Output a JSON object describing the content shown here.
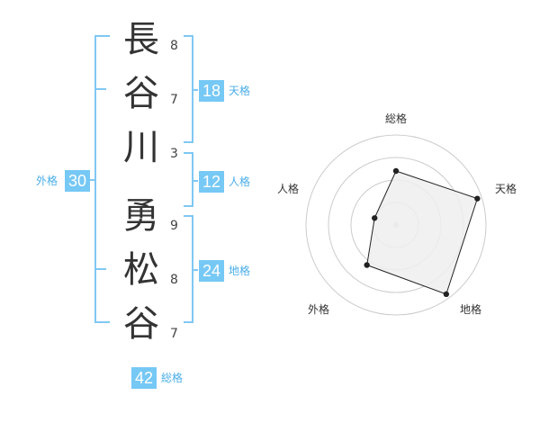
{
  "name": {
    "chars": [
      {
        "char": "長",
        "strokes": 8
      },
      {
        "char": "谷",
        "strokes": 7
      },
      {
        "char": "川",
        "strokes": 3
      },
      {
        "char": "勇",
        "strokes": 9
      },
      {
        "char": "松",
        "strokes": 8
      },
      {
        "char": "谷",
        "strokes": 7
      }
    ]
  },
  "fortunes": {
    "tenkaku": {
      "label": "天格",
      "value": 18
    },
    "jinkaku": {
      "label": "人格",
      "value": 12
    },
    "chikaku": {
      "label": "地格",
      "value": 24
    },
    "gaikaku": {
      "label": "外格",
      "value": 30
    },
    "soukaku": {
      "label": "総格",
      "value": 42
    }
  },
  "chart_data": {
    "type": "radar",
    "axes": [
      "総格",
      "天格",
      "地格",
      "外格",
      "人格"
    ],
    "values": [
      0.6,
      0.95,
      0.95,
      0.55,
      0.25
    ],
    "rings": 4,
    "colors": {
      "fill": "#eeeeee",
      "line": "#222222",
      "ring": "#cccccc"
    }
  },
  "colors": {
    "accent": "#76c8f5",
    "bracket": "#7fc8f3"
  }
}
